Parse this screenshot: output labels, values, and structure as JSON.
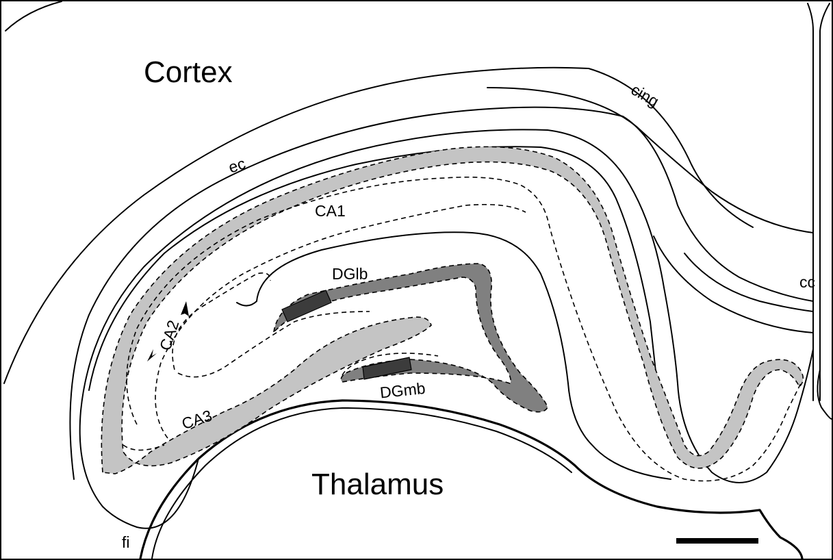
{
  "regions": {
    "cortex": "Cortex",
    "thalamus": "Thalamus"
  },
  "structures": {
    "ec": "ec",
    "cing": "cing",
    "cc": "cc",
    "fi": "fi",
    "ca1": "CA1",
    "ca2": "CA2",
    "ca3": "CA3",
    "dglb": "DGlb",
    "dgmb": "DGmb"
  },
  "colors": {
    "pyramidal_layer": "#c4c4c4",
    "granule_layer": "#808080",
    "sample_box": "#3c3c3c",
    "outline": "#000000",
    "background": "#ffffff"
  }
}
